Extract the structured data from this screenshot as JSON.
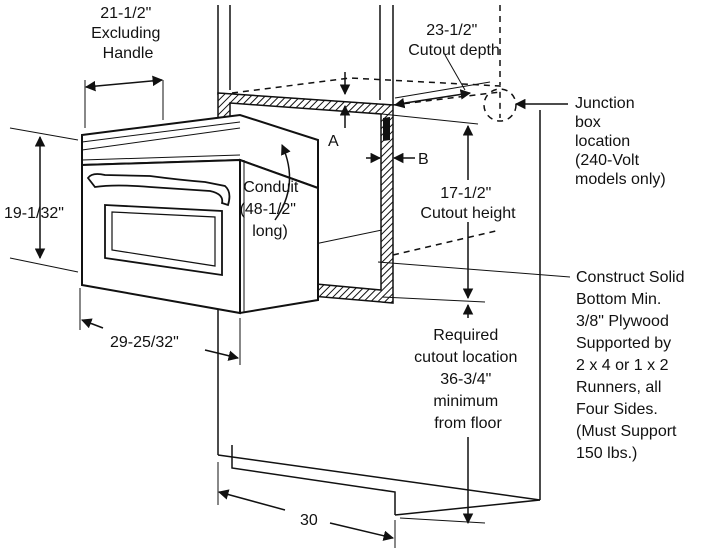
{
  "labels": {
    "width_excl_handle": [
      "21-1/2\"",
      "Excluding",
      "Handle"
    ],
    "cutout_depth": [
      "23-1/2\"",
      "Cutout depth"
    ],
    "junction_box": [
      "Junction",
      "box",
      "location",
      "(240-Volt",
      "models only)"
    ],
    "dim_a": "A",
    "dim_b": "B",
    "oven_height": "19-1/32\"",
    "conduit": [
      "Conduit",
      "(48-1/2\"",
      "long)"
    ],
    "cutout_height": [
      "17-1/2\"",
      "Cutout height"
    ],
    "oven_depth": "29-25/32\"",
    "bottom_note": [
      "Construct Solid",
      "Bottom Min.",
      "3/8\" Plywood",
      "Supported by",
      "2 x 4 or 1 x 2",
      "Runners, all",
      "Four Sides.",
      "(Must Support",
      "150 lbs.)"
    ],
    "cutout_location": [
      "Required",
      "cutout location",
      "36-3/4\"",
      "minimum",
      "from floor"
    ],
    "cabinet_width": "30"
  }
}
